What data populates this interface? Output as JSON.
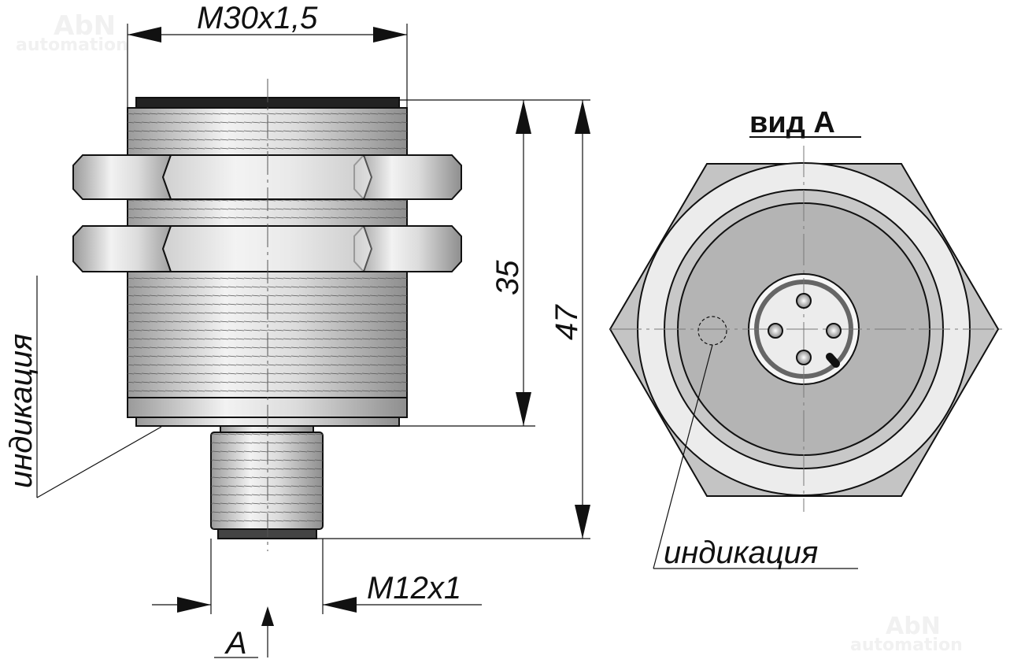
{
  "watermark": {
    "brand": "AbN",
    "sub": "automation"
  },
  "dimensions": {
    "thread_main": "M30x1,5",
    "length_body": "35",
    "length_total": "47",
    "thread_connector": "M12x1"
  },
  "labels": {
    "view_marker": "A",
    "view_title": "вид А",
    "indication_side": "индикация",
    "indication_front": "индикация"
  },
  "colors": {
    "metal": "#c8c8c8",
    "face": "#b4b4b4",
    "ring": "#e6e6e6",
    "line": "#111111"
  }
}
